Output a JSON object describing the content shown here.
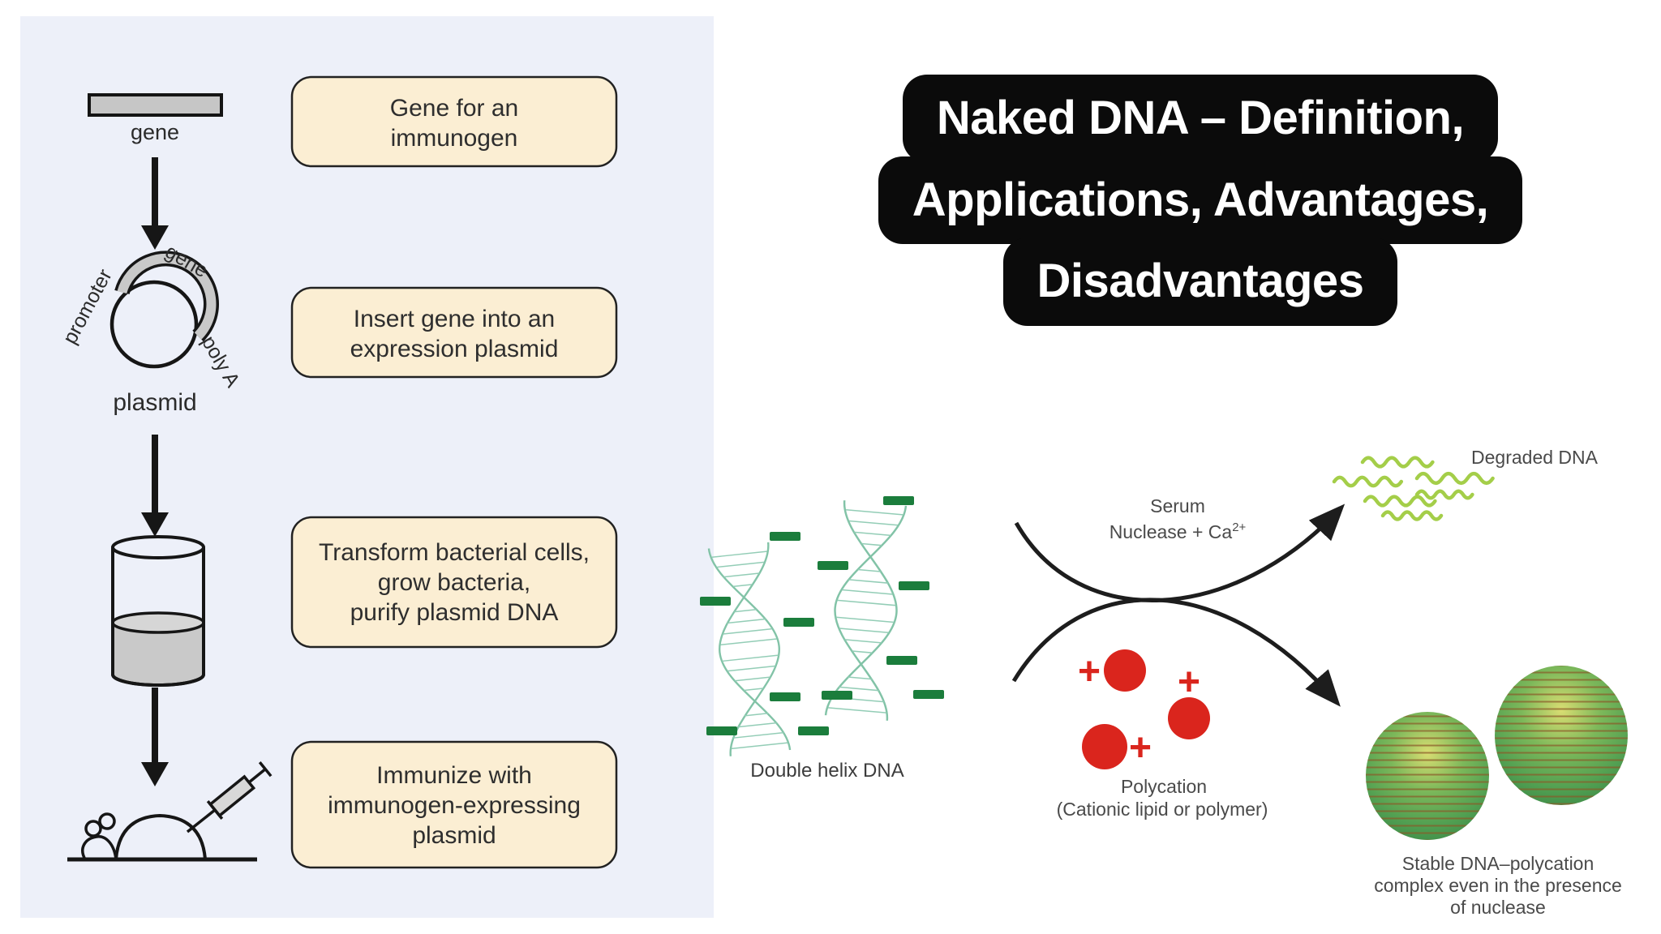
{
  "colors": {
    "panel_bg": "#edf0f9",
    "box_fill": "#fbeed3",
    "box_border": "#222222",
    "title_bg": "#0b0b0b",
    "title_text": "#ffffff",
    "dna_dash_green": "#1b7d3c",
    "helix_teal": "#82c3a7",
    "polycation_red": "#da251d",
    "degraded_dna_green": "#a4ce49",
    "complex_sphere_green": "#52a052",
    "stripe_brown": "#8a5a28",
    "diagram_text_gray": "#4a4a4a",
    "arrow_black": "#161616"
  },
  "title": {
    "line1": "Naked DNA – Definition,",
    "line2": "Applications, Advantages,",
    "line3": "Disadvantages"
  },
  "flowchart": {
    "gene_label": "gene",
    "plasmid": {
      "arc_label": "gene",
      "promoter_label": "promoter",
      "polya_label": "poly A",
      "name_label": "plasmid"
    },
    "boxes": {
      "box1": {
        "line1": "Gene for an",
        "line2": "immunogen"
      },
      "box2": {
        "line1": "Insert gene into an",
        "line2": "expression plasmid"
      },
      "box3": {
        "line1": "Transform bacterial cells,",
        "line2": "grow bacteria,",
        "line3": "purify plasmid DNA"
      },
      "box4": {
        "line1": "Immunize with",
        "line2": "immunogen-expressing",
        "line3": "plasmid"
      }
    }
  },
  "diagram": {
    "double_helix_label": "Double helix DNA",
    "serum_line1": "Serum",
    "serum_line2": "Nuclease + Ca",
    "serum_superscript": "2+",
    "degraded_label": "Degraded DNA",
    "plus_sign": "+",
    "polycation_line1": "Polycation",
    "polycation_line2": "(Cationic lipid or polymer)",
    "stable_line1": "Stable DNA–polycation",
    "stable_line2": "complex even in the presence",
    "stable_line3": "of nuclease"
  }
}
